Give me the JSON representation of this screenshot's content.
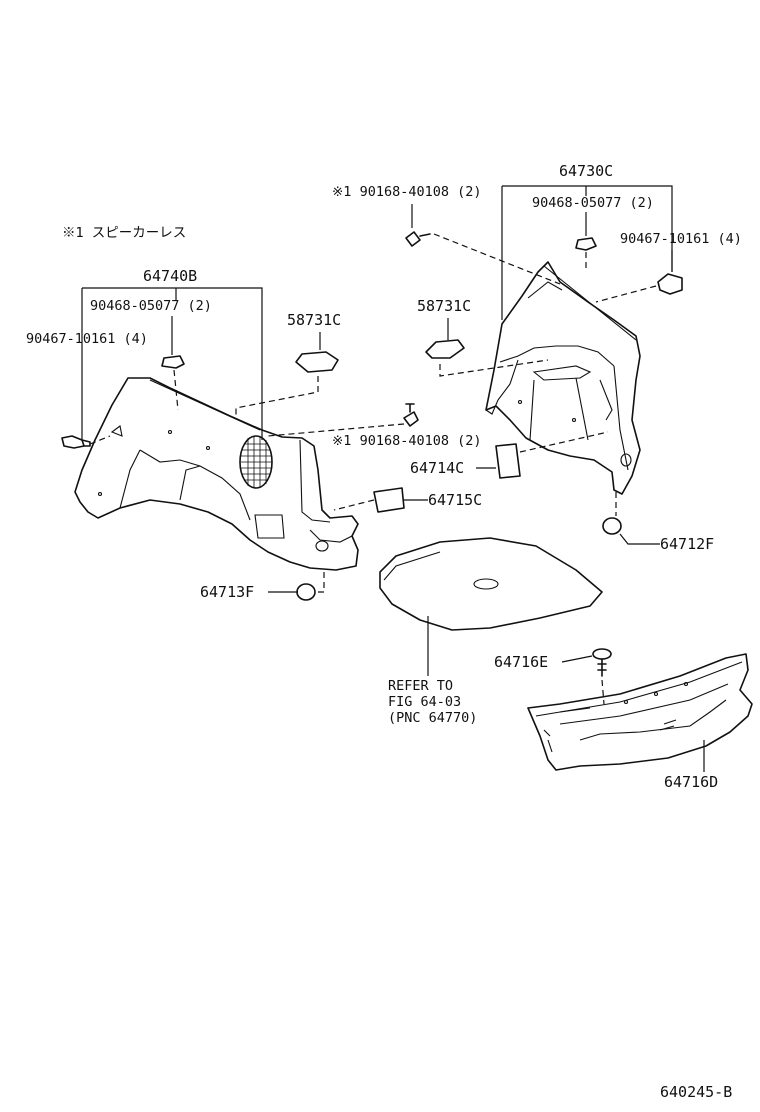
{
  "note": "※1 スピーカーレス",
  "labels": {
    "trim_left": "64740B",
    "clip_left_05077": "90468-05077 (2)",
    "clip_left_10161": "90467-10161 (4)",
    "cover_left": "58731C",
    "screw_left": "※1 90168-40108 (2)",
    "cover_left_64715C": "64715C",
    "cap_64713F": "64713F",
    "trim_right": "64730C",
    "screw_right": "※1 90168-40108 (2)",
    "clip_right_05077": "90468-05077 (2)",
    "clip_right_10161": "90467-10161 (4)",
    "cover_right": "58731C",
    "cover_right_64714C": "64714C",
    "cap_64712F": "64712F",
    "refer_line1": "REFER TO",
    "refer_line2": "FIG 64-03",
    "refer_line3": "(PNC 64770)",
    "clip_64716E": "64716E",
    "panel_64716D": "64716D",
    "figure_number": "640245-B"
  }
}
